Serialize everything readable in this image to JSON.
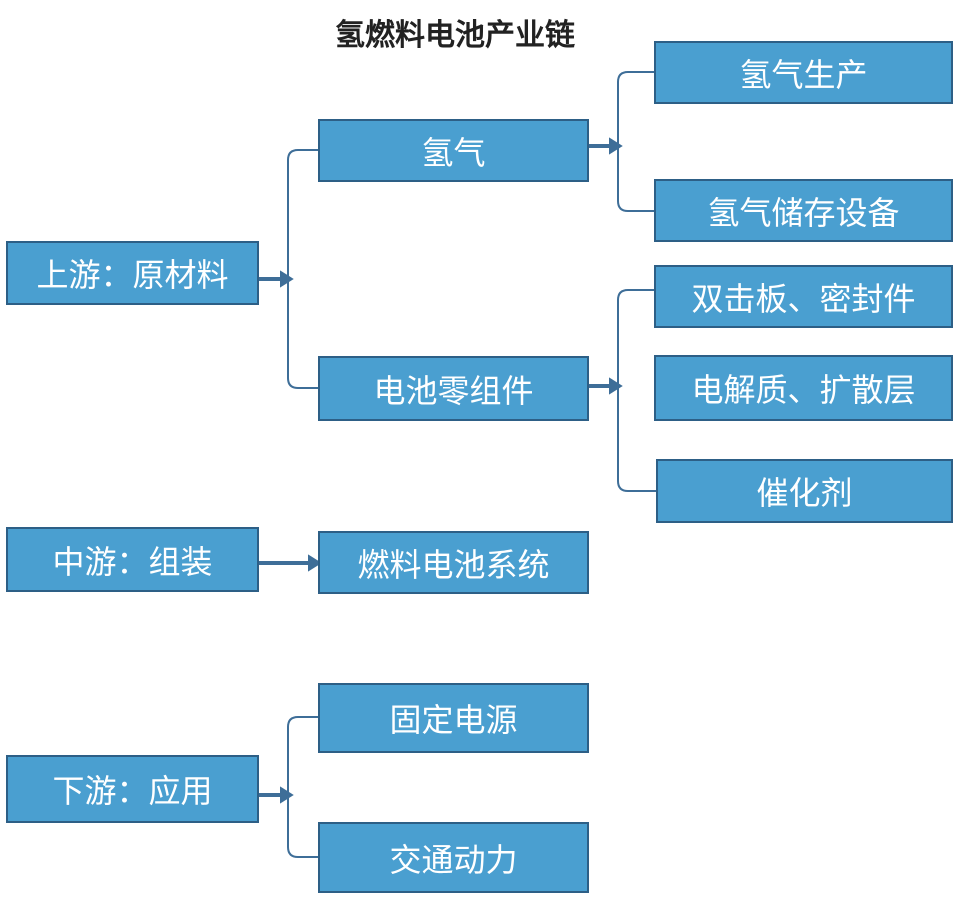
{
  "title": "氢燃料电池产业链",
  "nodes": {
    "upstream": "上游：原材料",
    "hydrogen": "氢气",
    "cell_components": "电池零组件",
    "hydrogen_production": "氢气生产",
    "hydrogen_storage": "氢气储存设备",
    "bipolar_seal": "双击板、密封件",
    "electrolyte_diffusion": "电解质、扩散层",
    "catalyst": "催化剂",
    "midstream": "中游：组装",
    "fuel_cell_system": "燃料电池系统",
    "downstream": "下游：应用",
    "stationary_power": "固定电源",
    "transport_power": "交通动力"
  },
  "colors": {
    "box_fill": "#4a9fd0",
    "box_border": "#2d5f86",
    "connector": "#3e6e98",
    "text": "#ffffff"
  }
}
